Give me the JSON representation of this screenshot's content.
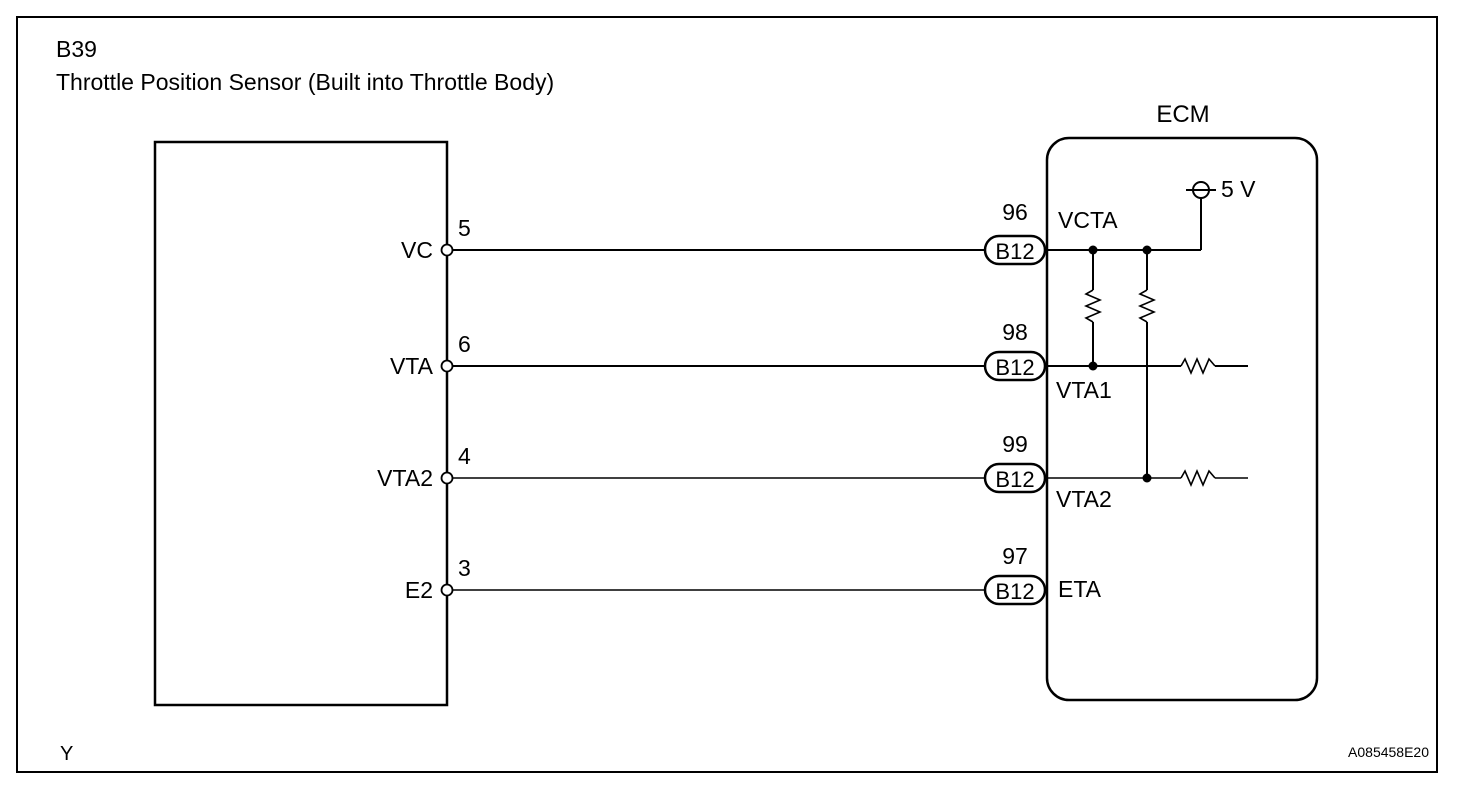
{
  "header": {
    "connector_code": "B39",
    "component_title": "Throttle Position Sensor (Built into Throttle Body)"
  },
  "ecm": {
    "label": "ECM",
    "supply_label": "5 V"
  },
  "wires": [
    {
      "sensor_terminal": "VC",
      "sensor_pin": "5",
      "ecm_pin": "96",
      "connector": "B12",
      "ecm_terminal": "VCTA"
    },
    {
      "sensor_terminal": "VTA",
      "sensor_pin": "6",
      "ecm_pin": "98",
      "connector": "B12",
      "ecm_terminal": "VTA1"
    },
    {
      "sensor_terminal": "VTA2",
      "sensor_pin": "4",
      "ecm_pin": "99",
      "connector": "B12",
      "ecm_terminal": "VTA2"
    },
    {
      "sensor_terminal": "E2",
      "sensor_pin": "3",
      "ecm_pin": "97",
      "connector": "B12",
      "ecm_terminal": "ETA"
    }
  ],
  "footer": {
    "left_code": "Y",
    "figure_id": "A085458E20"
  }
}
